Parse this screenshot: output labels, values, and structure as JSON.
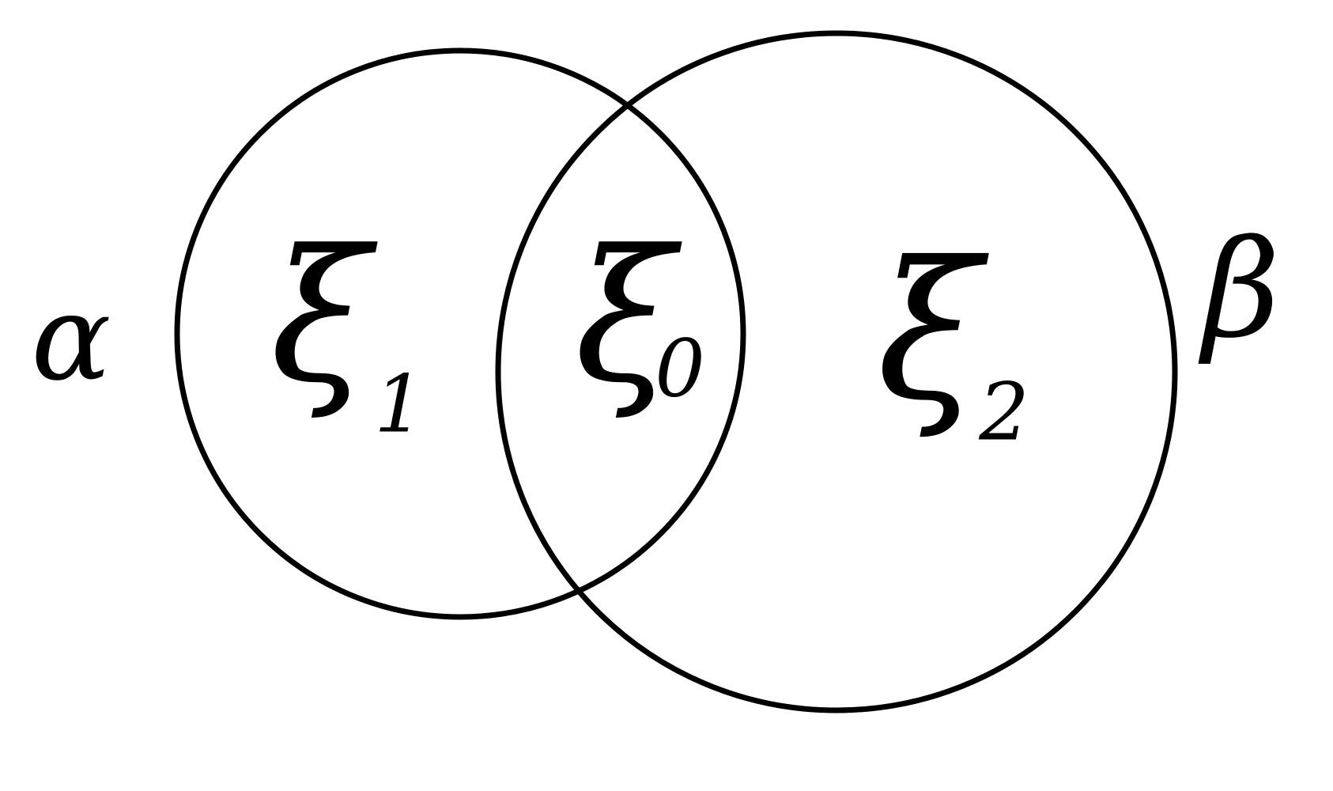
{
  "diagram": {
    "colors": {
      "background": "#ffffff",
      "ink": "#000000"
    },
    "circles": [
      {
        "id": "alpha",
        "label": "α"
      },
      {
        "id": "beta",
        "label": "β"
      }
    ],
    "regions": [
      {
        "id": "xi-1",
        "symbol": "ξ",
        "subscript": "1"
      },
      {
        "id": "xi-0",
        "symbol": "ξ",
        "subscript": "0"
      },
      {
        "id": "xi-2",
        "symbol": "ξ",
        "subscript": "2"
      }
    ]
  }
}
